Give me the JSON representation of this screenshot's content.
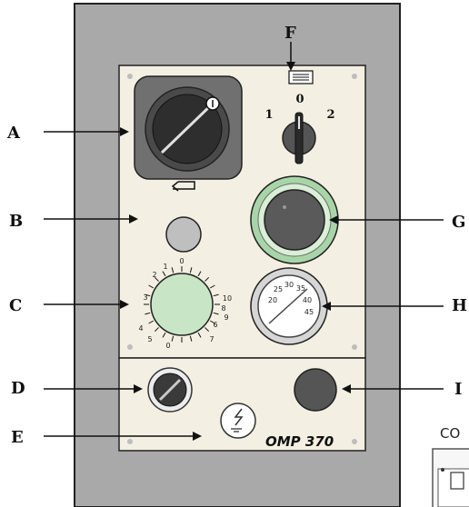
{
  "labels": {
    "a": "A",
    "b": "B",
    "c": "C",
    "d": "D",
    "e": "E",
    "f": "F",
    "g": "G",
    "h": "H",
    "i": "I"
  },
  "selector_positions": {
    "left": "1",
    "center": "0",
    "right": "2"
  },
  "dial_scale": [
    "1",
    "2",
    "3",
    "4",
    "5",
    "6",
    "7",
    "8",
    "9",
    "10",
    "0",
    "0"
  ],
  "gauge_scale": [
    "20",
    "25",
    "30",
    "35",
    "40",
    "45"
  ],
  "brand": "OMP 370",
  "corner_text": "CO",
  "colors": {
    "cabinet": "#a9a9a9",
    "panel": "#f3efe2",
    "knob_green": "#c8e6c5",
    "knob_dark": "#5a5a5a",
    "ring_green": "#a8d5a8"
  }
}
